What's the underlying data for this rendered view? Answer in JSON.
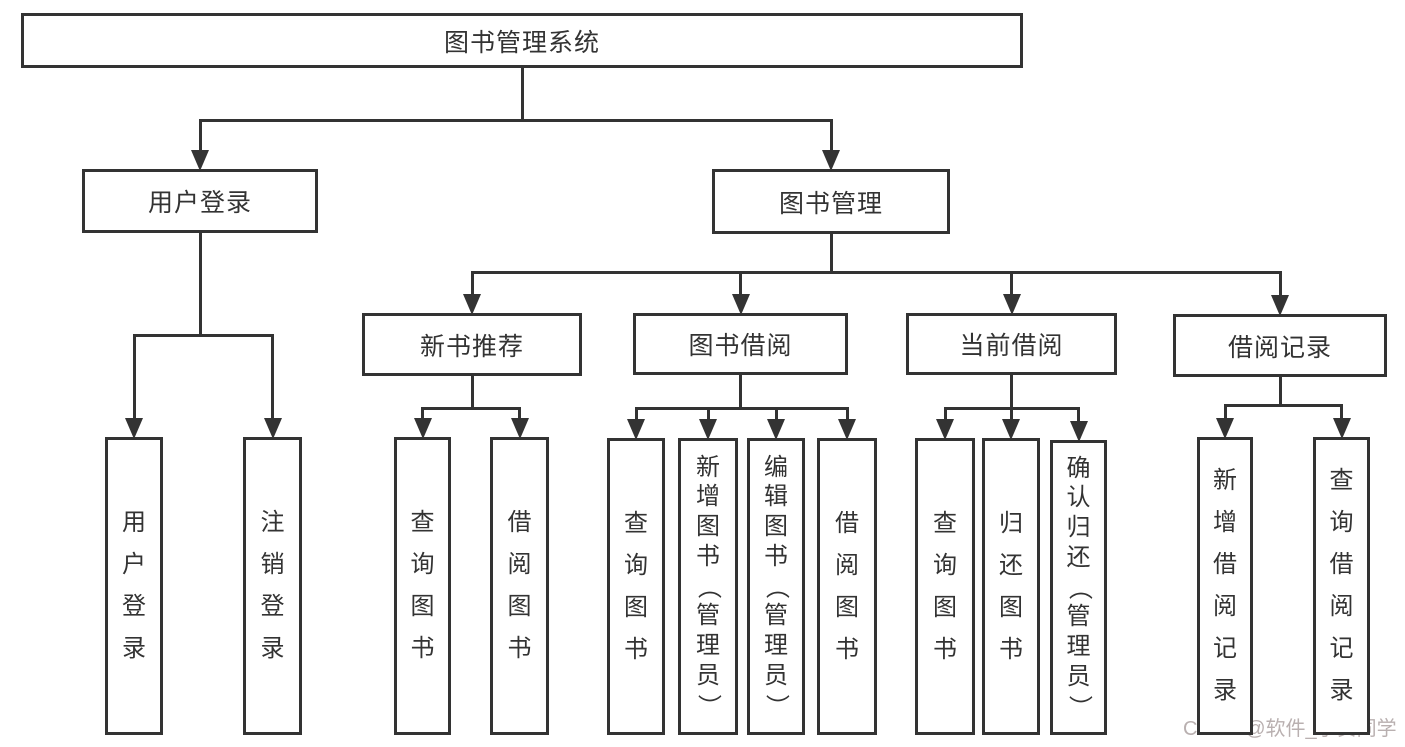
{
  "diagram": {
    "title": "图书管理系统",
    "nodes": [
      {
        "id": "root",
        "label": "图书管理系统",
        "parent": null,
        "vertical": false
      },
      {
        "id": "user-login",
        "label": "用户登录",
        "parent": "root",
        "vertical": false
      },
      {
        "id": "book-mgmt",
        "label": "图书管理",
        "parent": "root",
        "vertical": false
      },
      {
        "id": "new-book-rec",
        "label": "新书推荐",
        "parent": "book-mgmt",
        "vertical": false
      },
      {
        "id": "book-borrow",
        "label": "图书借阅",
        "parent": "book-mgmt",
        "vertical": false
      },
      {
        "id": "current-borrow",
        "label": "当前借阅",
        "parent": "book-mgmt",
        "vertical": false
      },
      {
        "id": "borrow-records",
        "label": "借阅记录",
        "parent": "book-mgmt",
        "vertical": false
      },
      {
        "id": "leaf-user-login",
        "label": "用户登录",
        "parent": "user-login",
        "vertical": true
      },
      {
        "id": "leaf-logout",
        "label": "注销登录",
        "parent": "user-login",
        "vertical": true
      },
      {
        "id": "leaf-query-book-1",
        "label": "查询图书",
        "parent": "new-book-rec",
        "vertical": true
      },
      {
        "id": "leaf-borrow-book-1",
        "label": "借阅图书",
        "parent": "new-book-rec",
        "vertical": true
      },
      {
        "id": "leaf-query-book-2",
        "label": "查询图书",
        "parent": "book-borrow",
        "vertical": true
      },
      {
        "id": "leaf-add-book",
        "label": "新增图书（管理员）",
        "parent": "book-borrow",
        "vertical": true
      },
      {
        "id": "leaf-edit-book",
        "label": "编辑图书（管理员）",
        "parent": "book-borrow",
        "vertical": true
      },
      {
        "id": "leaf-borrow-book-2",
        "label": "借阅图书",
        "parent": "book-borrow",
        "vertical": true
      },
      {
        "id": "leaf-query-book-3",
        "label": "查询图书",
        "parent": "current-borrow",
        "vertical": true
      },
      {
        "id": "leaf-return-book",
        "label": "归还图书",
        "parent": "current-borrow",
        "vertical": true
      },
      {
        "id": "leaf-confirm-return",
        "label": "确认归还（管理员）",
        "parent": "current-borrow",
        "vertical": true
      },
      {
        "id": "leaf-add-borrow-record",
        "label": "新增借阅记录",
        "parent": "borrow-records",
        "vertical": true
      },
      {
        "id": "leaf-query-borrow-record",
        "label": "查询借阅记录",
        "parent": "borrow-records",
        "vertical": true
      }
    ]
  },
  "watermark": "CSDN @软件_小贺同学",
  "colors": {
    "line": "#333333",
    "box_border": "#333333",
    "text": "#333333",
    "watermark": "#b9b0b0",
    "background": "#ffffff"
  }
}
